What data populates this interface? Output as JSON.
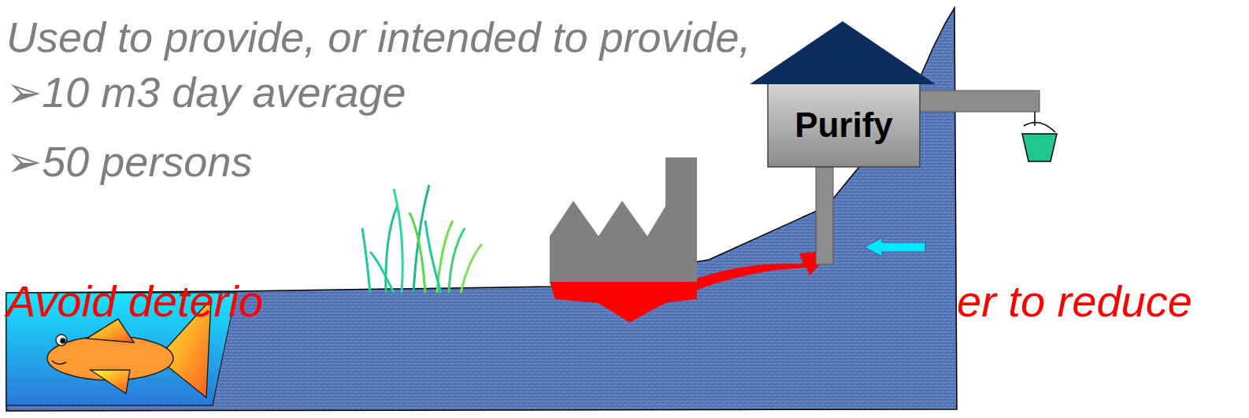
{
  "diagram": {
    "nodes": [
      {
        "text": [
          "Purify"
        ]
      }
    ],
    "labels": [
      "Used to provide, or intended to provide,",
      "➢10 m3 day average",
      "➢50 persons",
      "Avoid deterio",
      "er to reduce"
    ]
  }
}
